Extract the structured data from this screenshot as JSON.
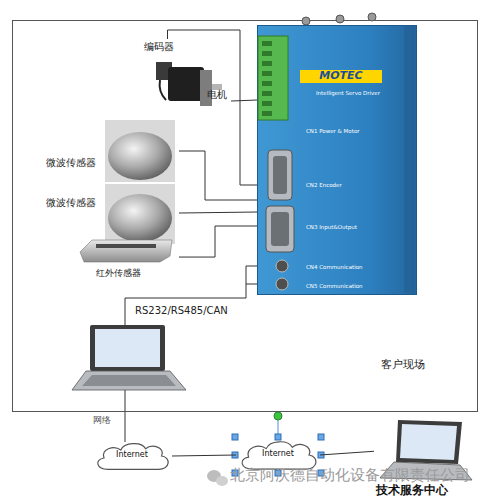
{
  "diagram": {
    "nodes": [
      {
        "text": [
          "客户现场"
        ]
      },
      {
        "text": [
          "MOTEC",
          "Intelligent Servo Driver",
          "CN1 Power & Motor",
          "CN2 Encoder",
          "CN3 Input&Output",
          "CN4 Communication",
          "CN5 Communication"
        ],
        "in": 0
      },
      {
        "text": [
          "编码器"
        ],
        "in": 0
      },
      {
        "text": [
          "电机"
        ],
        "in": 0
      },
      {
        "text": [
          "微波传感器"
        ],
        "in": 0
      },
      {
        "text": [
          "微波传感器"
        ],
        "in": 0
      },
      {
        "text": [
          "红外传感器"
        ],
        "in": 0
      },
      {
        "text": [
          "Internet"
        ]
      },
      {
        "text": [
          "Internet"
        ]
      },
      {
        "text": [
          "技术服务中心"
        ]
      }
    ],
    "edges": [
      {
        "from": 2,
        "to": 1,
        "arrow": "none"
      },
      {
        "from": 3,
        "to": 1,
        "arrow": "none"
      },
      {
        "from": 4,
        "to": 1,
        "arrow": "none"
      },
      {
        "from": 5,
        "to": 1,
        "arrow": "none"
      },
      {
        "from": 6,
        "to": 1,
        "arrow": "none"
      },
      {
        "from": 7,
        "to": 8,
        "arrow": "none"
      },
      {
        "from": 8,
        "to": 9,
        "arrow": "none"
      }
    ],
    "labels": [
      "RS232/RS485/CAN",
      "网络",
      "北京阿沃德自动化设备有限责任公司"
    ]
  }
}
